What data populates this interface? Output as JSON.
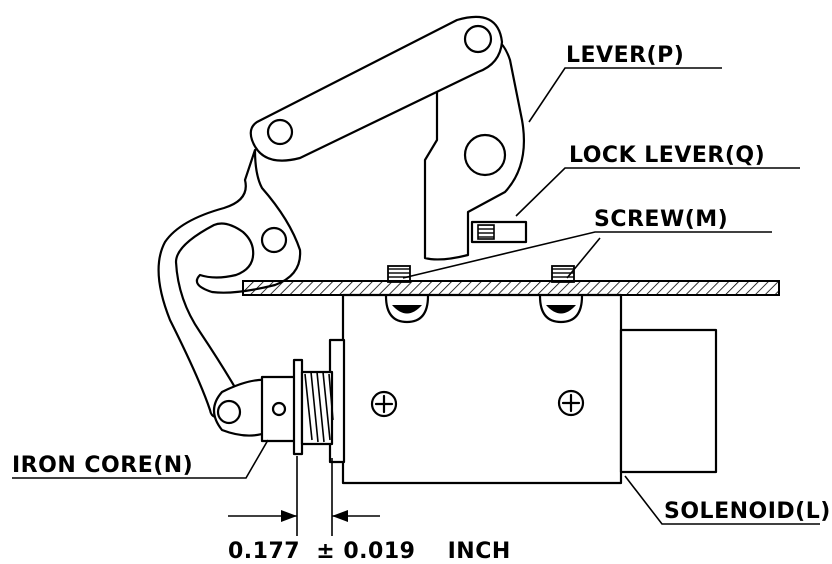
{
  "labels": {
    "lever": "LEVER(P)",
    "lock_lever": "LOCK LEVER(Q)",
    "screw": "SCREW(M)",
    "iron_core": "IRON CORE(N)",
    "solenoid": "SOLENOID(L)"
  },
  "dimension": {
    "value": "0.177",
    "tolerance": "± 0.019",
    "unit": "INCH"
  }
}
